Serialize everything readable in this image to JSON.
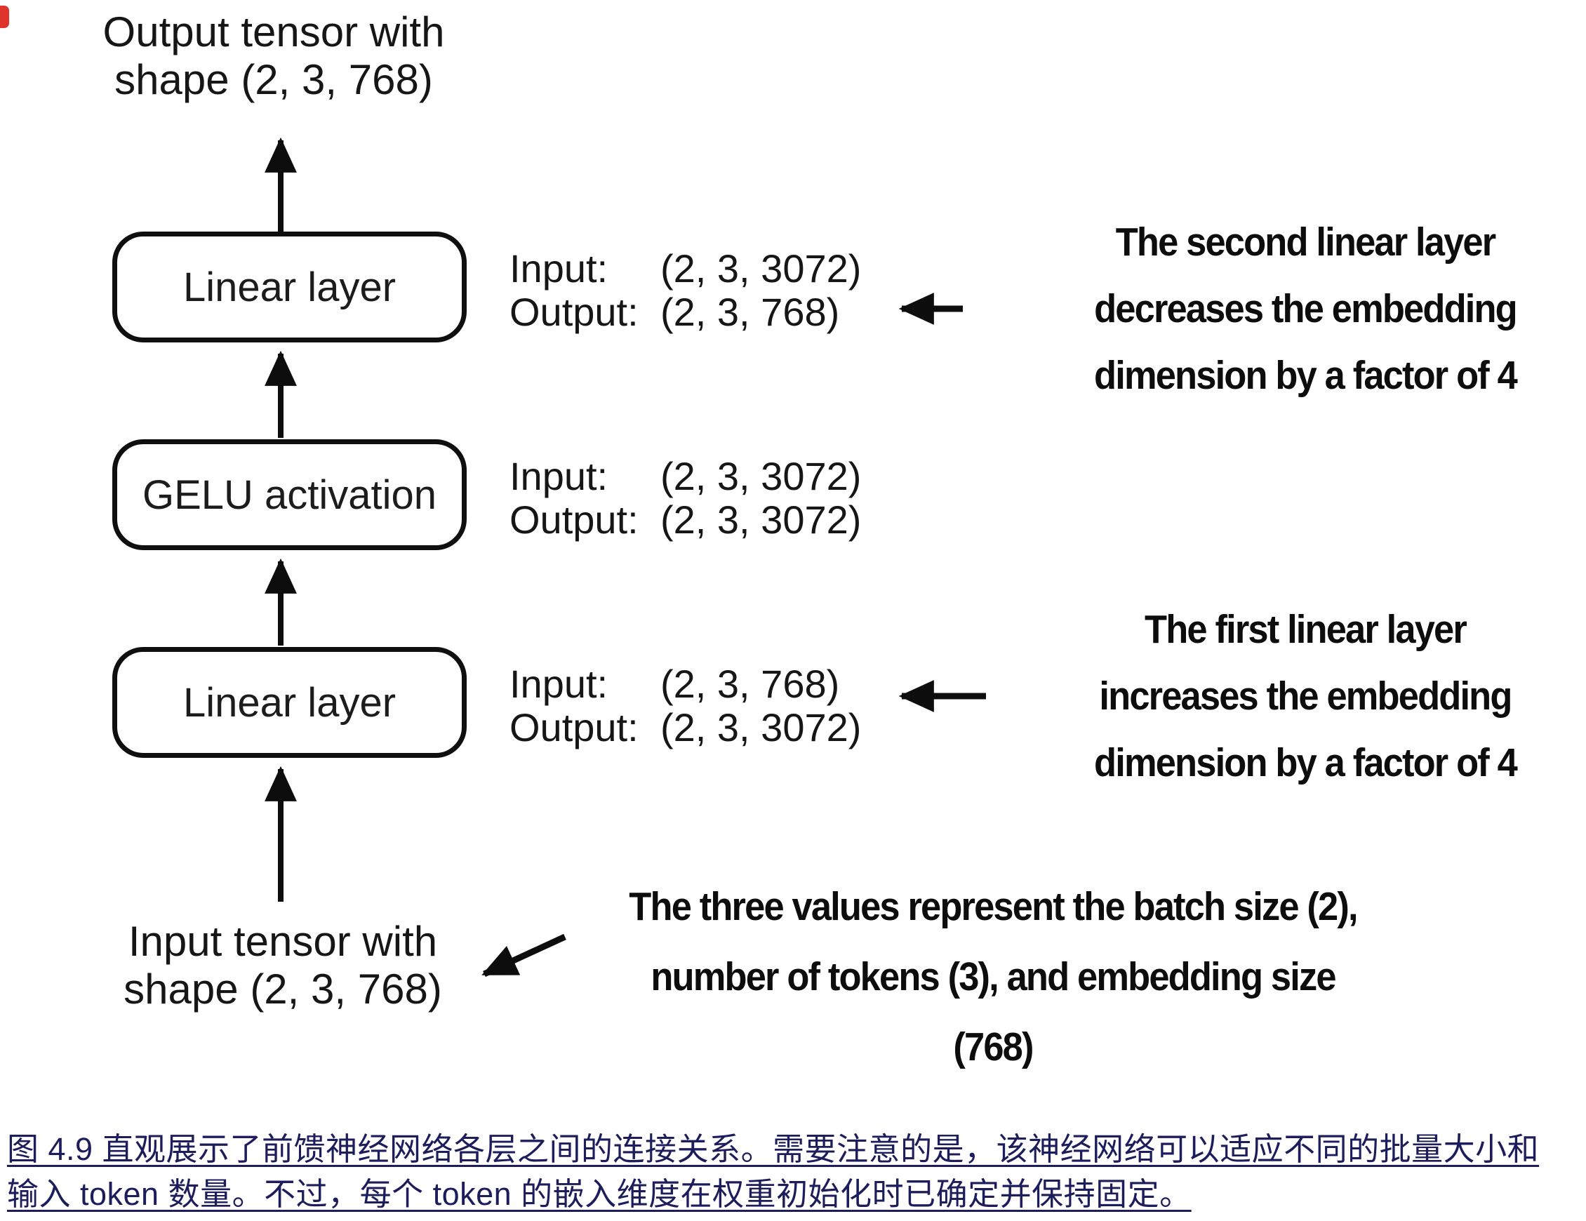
{
  "figure": {
    "output_tensor_label": "Output tensor with\nshape (2, 3, 768)",
    "input_tensor_label": "Input tensor with\nshape (2, 3, 768)",
    "io_labels": {
      "input": "Input:",
      "output": "Output:"
    },
    "layers": [
      {
        "label": "Linear layer",
        "input_shape": "(2, 3, 3072)",
        "output_shape": "(2, 3, 768)"
      },
      {
        "label": "GELU activation",
        "input_shape": "(2, 3, 3072)",
        "output_shape": "(2, 3, 3072)"
      },
      {
        "label": "Linear layer",
        "input_shape": "(2, 3, 768)",
        "output_shape": "(2, 3, 3072)"
      }
    ],
    "annotations": {
      "second_linear": "The second linear layer\ndecreases the embedding\ndimension by a factor of 4",
      "first_linear": "The first linear layer\nincreases the embedding\ndimension by a factor of 4",
      "tensor_values": "The three values represent the batch size (2),\nnumber of tokens (3), and embedding size\n(768)"
    },
    "caption": {
      "text": "图 4.9 直观展示了前馈神经网络各层之间的连接关系。需要注意的是，该神经网络可以适应不同的批量大小和\n输入 token 数量。不过，每个 token 的嵌入维度在权重初始化时已确定并保持固定。",
      "color": "#1d1d5c"
    },
    "colors": {
      "ink": "#0d0d0d",
      "background": "#ffffff",
      "red_fragment": "#de342c"
    }
  }
}
